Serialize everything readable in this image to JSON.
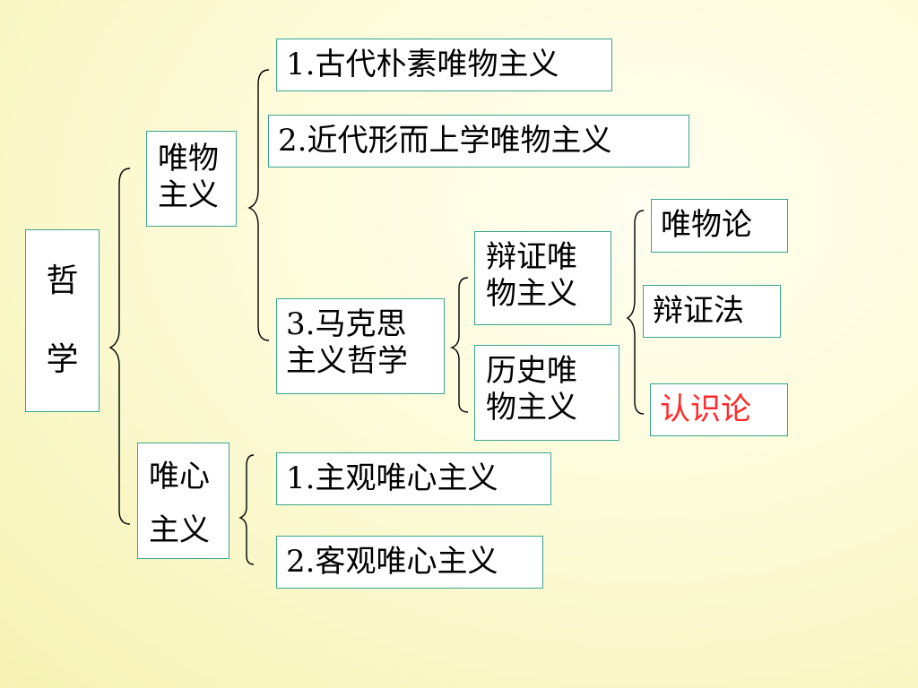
{
  "root": {
    "char1": "哲",
    "char2": "学"
  },
  "materialism": {
    "line1": "唯物",
    "line2": "主义",
    "items": [
      "1.古代朴素唯物主义",
      "2.近代形而上学唯物主义"
    ],
    "marxist": {
      "line1": "3.马克思",
      "line2": "主义哲学"
    }
  },
  "marxist_branches": {
    "dialectical": {
      "line1": "辩证唯",
      "line2": "物主义"
    },
    "historical": {
      "line1": "历史唯",
      "line2": "物主义"
    }
  },
  "dialectical_parts": [
    "唯物论",
    "辩证法",
    "认识论"
  ],
  "idealism": {
    "line1": "唯心",
    "line2": "主义",
    "items": [
      "1.主观唯心主义",
      "2.客观唯心主义"
    ]
  },
  "colors": {
    "box_border": "#3aa58f",
    "highlight": "#ff2a2a"
  }
}
